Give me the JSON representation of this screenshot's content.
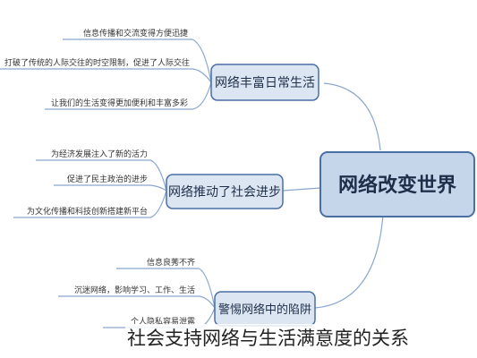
{
  "diagram": {
    "central_topic": "网络改变世界",
    "branches": [
      {
        "label": "网络丰富日常生活",
        "leaves": [
          "信息传播和交流变得方便迅捷",
          "打破了传统的人际交往的时空限制，促进了人际交往",
          "让我们的生活变得更加便利和丰富多彩"
        ]
      },
      {
        "label": "网络推动了社会进步",
        "leaves": [
          "为经济发展注入了新的活力",
          "促进了民主政治的进步",
          "为文化传播和科技创新搭建新平台"
        ]
      },
      {
        "label": "警惕网络中的陷阱",
        "leaves": [
          "信息良莠不齐",
          "沉迷网络，影响学习、工作、生活",
          "个人隐私容易泄露"
        ]
      }
    ]
  },
  "caption": "社会支持网络与生活满意度的关系",
  "colors": {
    "node_fill": "#dce6f2",
    "node_border": "#4a6fa5",
    "central_fill": "#c5d5ea",
    "connector": "#8aa6cf",
    "text": "#1f2f4a"
  }
}
